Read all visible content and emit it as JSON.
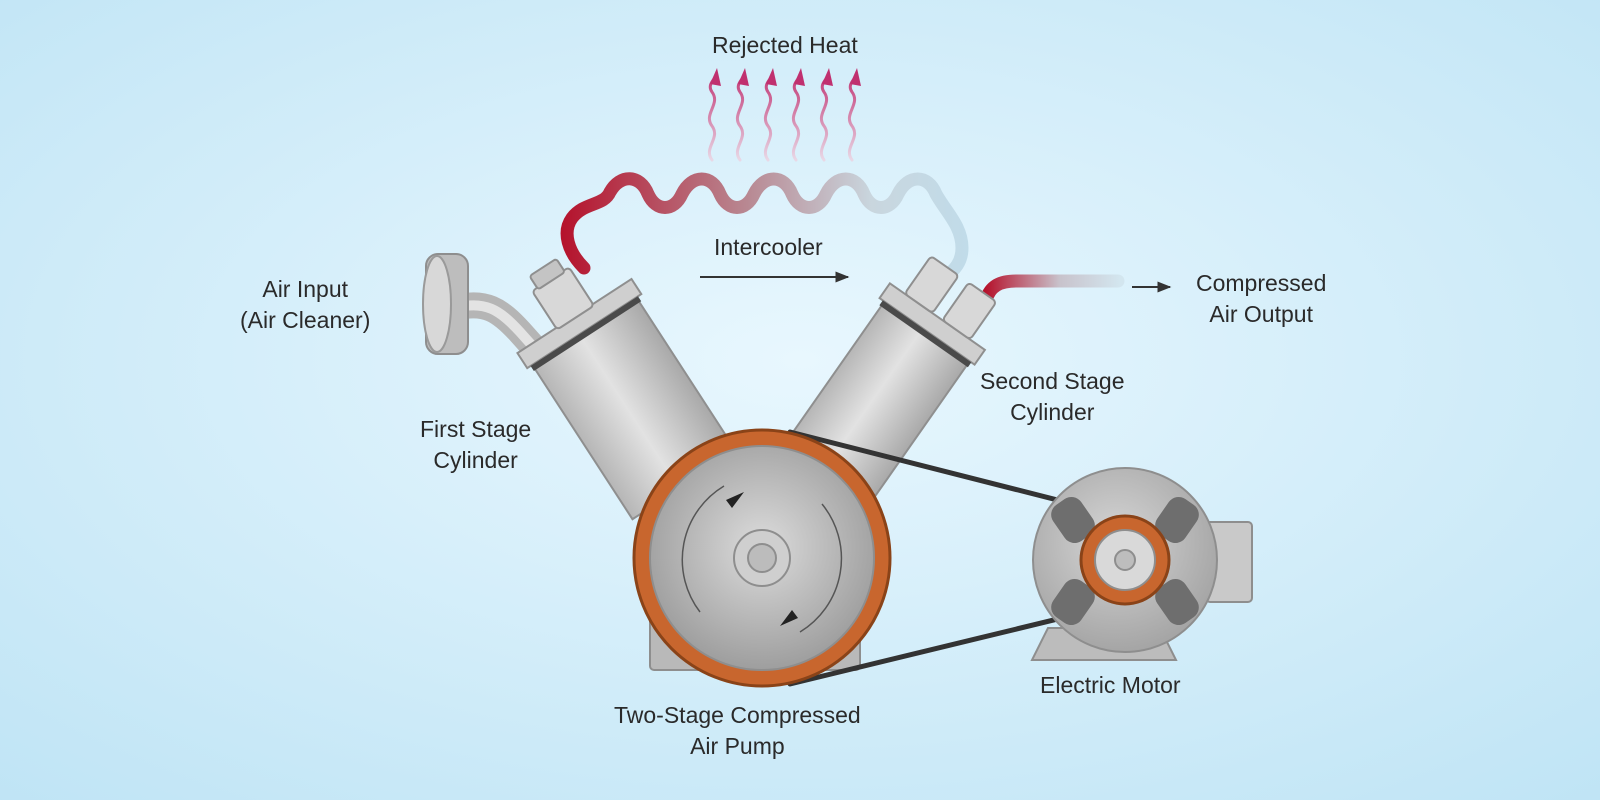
{
  "labels": {
    "rejected_heat": "Rejected Heat",
    "intercooler": "Intercooler",
    "air_input": [
      "Air Input",
      "(Air Cleaner)"
    ],
    "compressed_output": [
      "Compressed",
      "Air Output"
    ],
    "first_stage": [
      "First Stage",
      "Cylinder"
    ],
    "second_stage": [
      "Second Stage",
      "Cylinder"
    ],
    "pump": [
      "Two-Stage Compressed",
      "Air Pump"
    ],
    "motor": "Electric Motor"
  },
  "colors": {
    "background_center": "#e6f6fd",
    "background_edge": "#bfe4f5",
    "hot_pipe": "#b5112b",
    "cool_pipe": "#bfdbe8",
    "heat_arrow": "#c0306f",
    "metal": "#c9c9c9",
    "pulley_rim": "#c8662e",
    "belt": "#333333",
    "text": "#2a2a2a"
  },
  "icons": {
    "heat": "wavy-heat-arrow",
    "flow": "flow-arrow",
    "rotation": "rotation-arrow"
  }
}
